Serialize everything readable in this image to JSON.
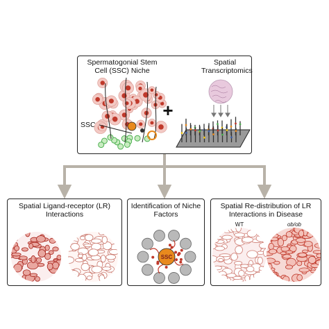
{
  "top_box": {
    "ssc_title": "Spermatogonial Stem Cell (SSC) Niche",
    "ssc_label": "SSC",
    "plus": "+",
    "spatial_title": "Spatial Transcriptomics"
  },
  "panels": [
    {
      "title": "Spatial Ligand-receptor (LR) Interactions"
    },
    {
      "title": "Identification of Niche Factors",
      "center_label": "SSC"
    },
    {
      "title": "Spatial Re-distribution of LR Interactions in Disease",
      "left_sublabel": "WT",
      "right_sublabel": "ob/ob"
    }
  ],
  "colors": {
    "outline": "#222222",
    "arrow": "#b8b2a8",
    "red": "#c0392b",
    "pink": "#f3c9c4",
    "green": "#4caf50",
    "orange": "#e8891d",
    "grey_cell": "#b9b9b9"
  }
}
